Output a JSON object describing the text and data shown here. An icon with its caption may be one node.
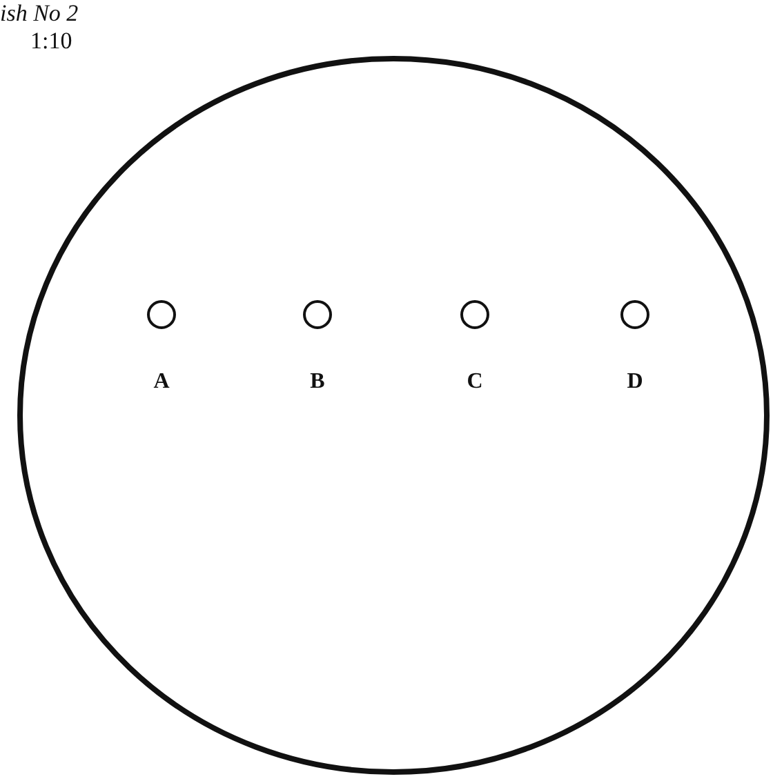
{
  "diagram": {
    "nodes": [
      {
        "text": [],
        "shape": "circle"
      },
      {
        "text": [
          "A"
        ],
        "in": 0
      },
      {
        "text": [
          "B"
        ],
        "in": 0
      },
      {
        "text": [
          "C"
        ],
        "in": 0
      },
      {
        "text": [
          "D"
        ],
        "in": 0
      }
    ],
    "labels": [
      "ish No 2",
      "1:10"
    ]
  }
}
